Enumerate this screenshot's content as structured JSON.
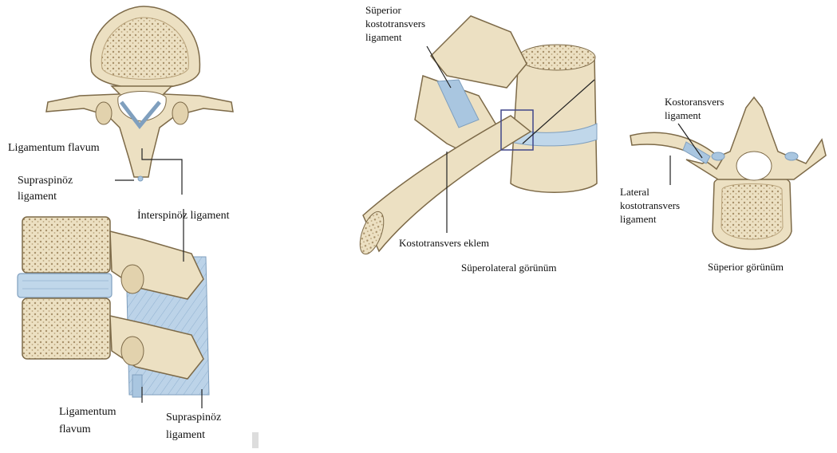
{
  "colors": {
    "bone": "#ece0c2",
    "bone_shadow": "#cdb98f",
    "bone_outline": "#7d6a48",
    "cancellous": "#a8916a",
    "disc": "#c0d7ea",
    "ligament": "#a9c6e0",
    "ligament_line": "#7f9fbe",
    "leader": "#222222",
    "highlight_box": "#40478a"
  },
  "labels": {
    "ligamentum_flavum_top": "Ligamentum flavum",
    "supraspinoz_top_1": "Supraspinöz",
    "supraspinoz_top_2": "ligament",
    "interspinoz": "İnterspinöz ligament",
    "ligamentum_flavum_bottom_1": "Ligamentum",
    "ligamentum_flavum_bottom_2": "flavum",
    "supraspinoz_bottom_1": "Supraspinöz",
    "supraspinoz_bottom_2": "ligament",
    "superior_kostotransvers_1": "Süperior",
    "superior_kostotransvers_2": "kostotransvers",
    "superior_kostotransvers_3": "ligament",
    "kostotransvers_eklem": "Kostotransvers eklem",
    "superolateral_view": "Süperolateral görünüm",
    "kostoransvers_1": "Kostoransvers",
    "kostoransvers_2": "ligament",
    "lateral_kostotransvers_1": "Lateral",
    "lateral_kostotransvers_2": "kostotransvers",
    "lateral_kostotransvers_3": "ligament",
    "superior_view": "Süperior görünüm"
  }
}
